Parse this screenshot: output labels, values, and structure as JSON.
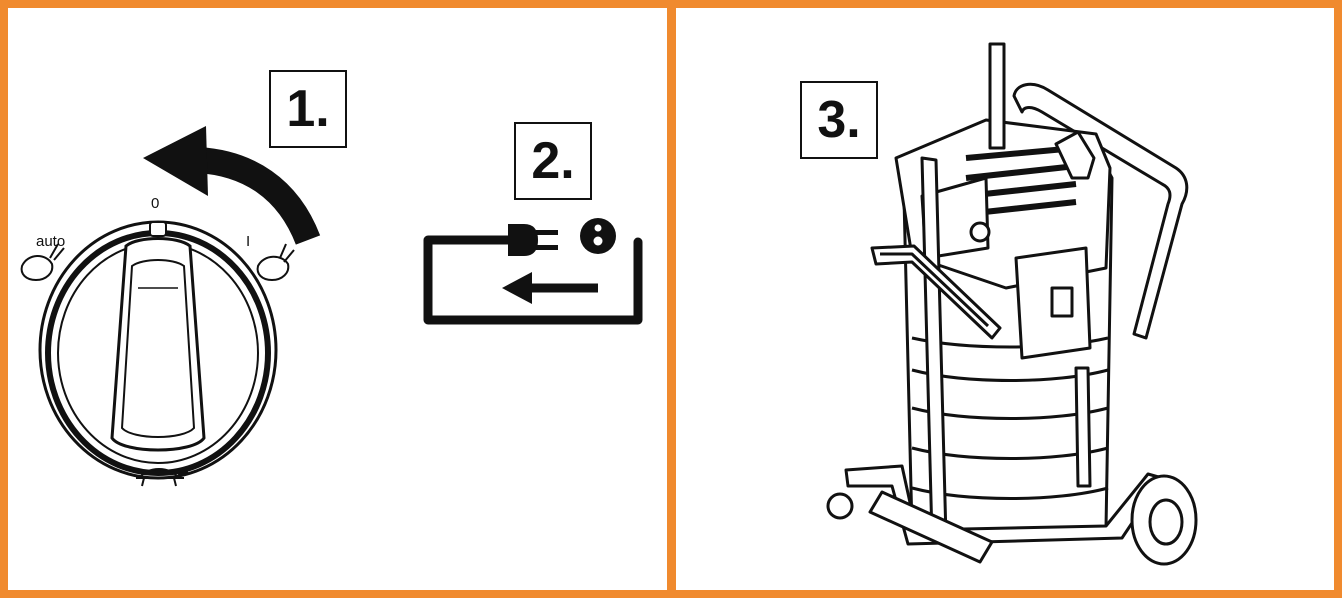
{
  "steps": {
    "step1": "1.",
    "step2": "2.",
    "step3": "3."
  },
  "dial": {
    "label_off": "0",
    "label_auto": "auto",
    "label_max": "I"
  },
  "icons": {
    "rotate_arrow": "counterclockwise-arrow-icon",
    "unplug": "unplug-plug-icon",
    "info": "info-circle-icon"
  },
  "colors": {
    "frame": "#f08a2e",
    "ink": "#111111",
    "background": "#ffffff"
  }
}
